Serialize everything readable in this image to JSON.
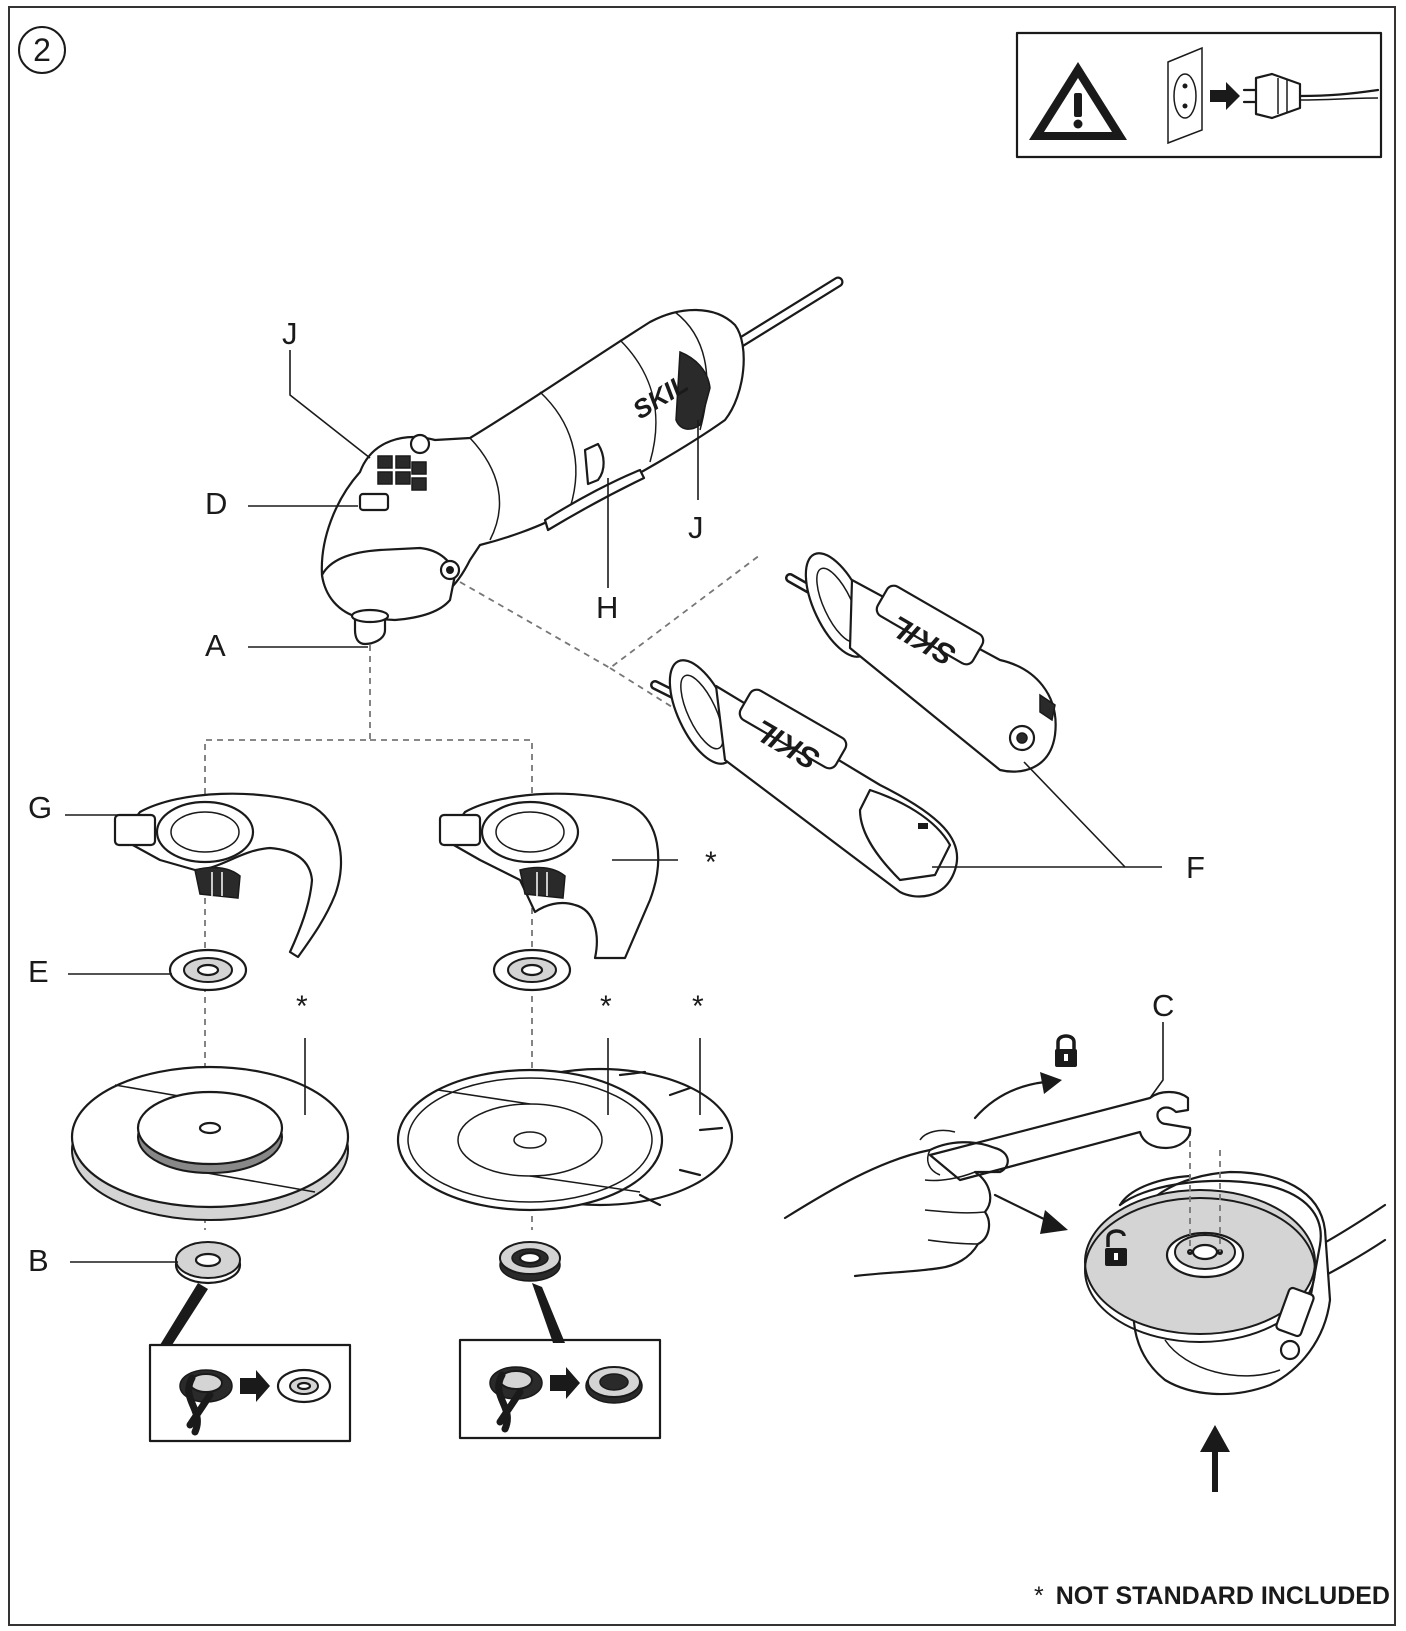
{
  "figure_number": "2",
  "labels": {
    "A": "A",
    "B": "B",
    "C": "C",
    "D": "D",
    "E": "E",
    "F": "F",
    "G": "G",
    "H": "H",
    "J_top": "J",
    "J_body": "J"
  },
  "asterisk": "*",
  "brand": "SKIL",
  "footnote": {
    "symbol": "*",
    "text": "NOT STANDARD INCLUDED"
  },
  "icons": {
    "warning": "warning-triangle-icon",
    "unplug": "unplug-socket-icon",
    "lock": "lock-icon",
    "unlock": "unlock-icon"
  },
  "colors": {
    "line": "#1a1a1a",
    "fill_gray": "#d4d4d4",
    "dark_gray": "#555555"
  }
}
